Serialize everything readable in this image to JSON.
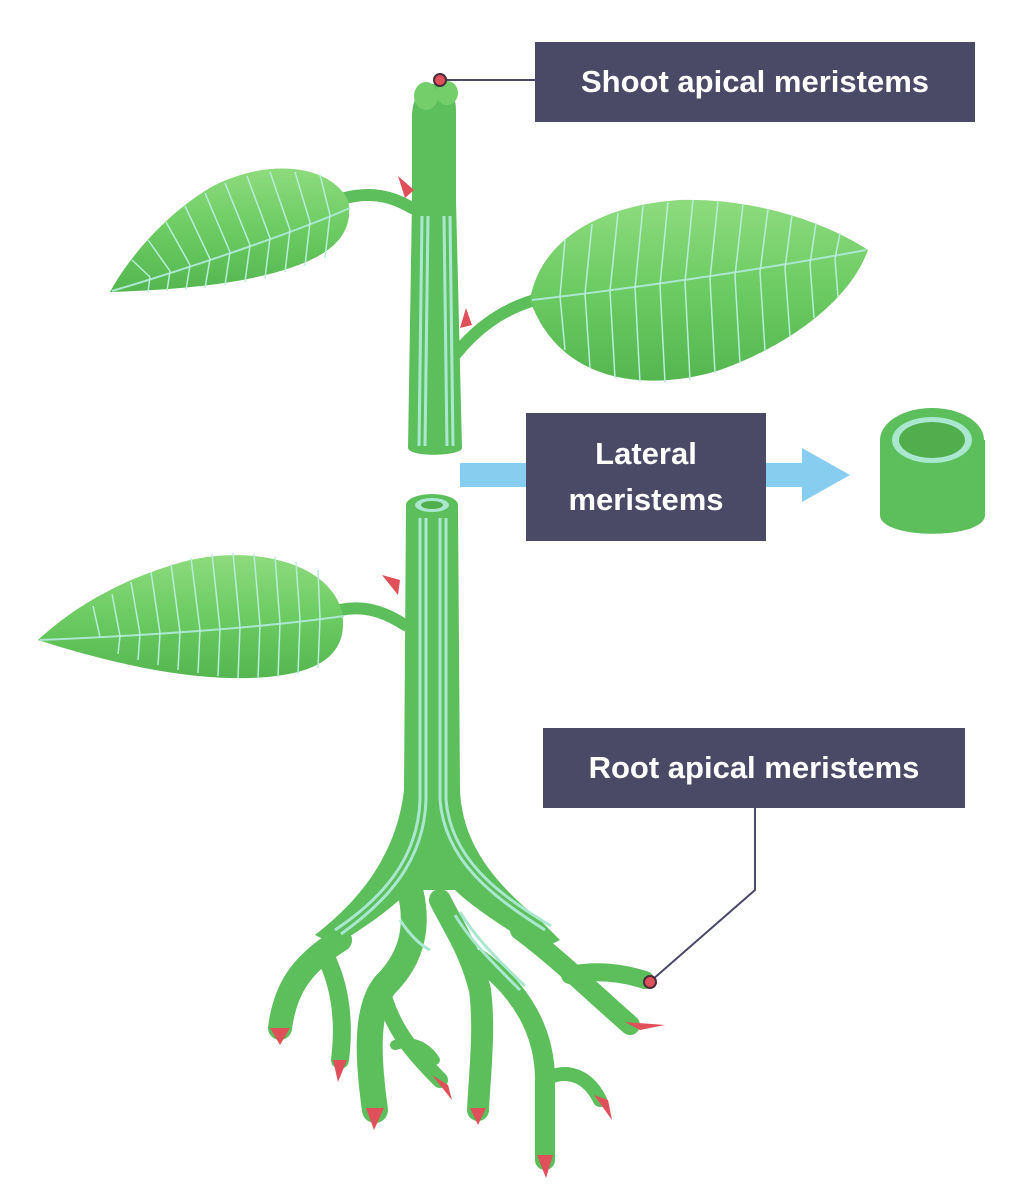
{
  "labels": {
    "shoot": "Shoot apical meristems",
    "lateral_line1": "Lateral",
    "lateral_line2": "meristems",
    "root": "Root apical meristems"
  },
  "colors": {
    "label_bg": "#4a4966",
    "stem_green": "#5cbf5c",
    "leaf_light": "#86d676",
    "leaf_dark": "#55b650",
    "vein": "#a9e8cf",
    "tip_red": "#e0505a",
    "arrow_blue": "#87cdf0"
  }
}
